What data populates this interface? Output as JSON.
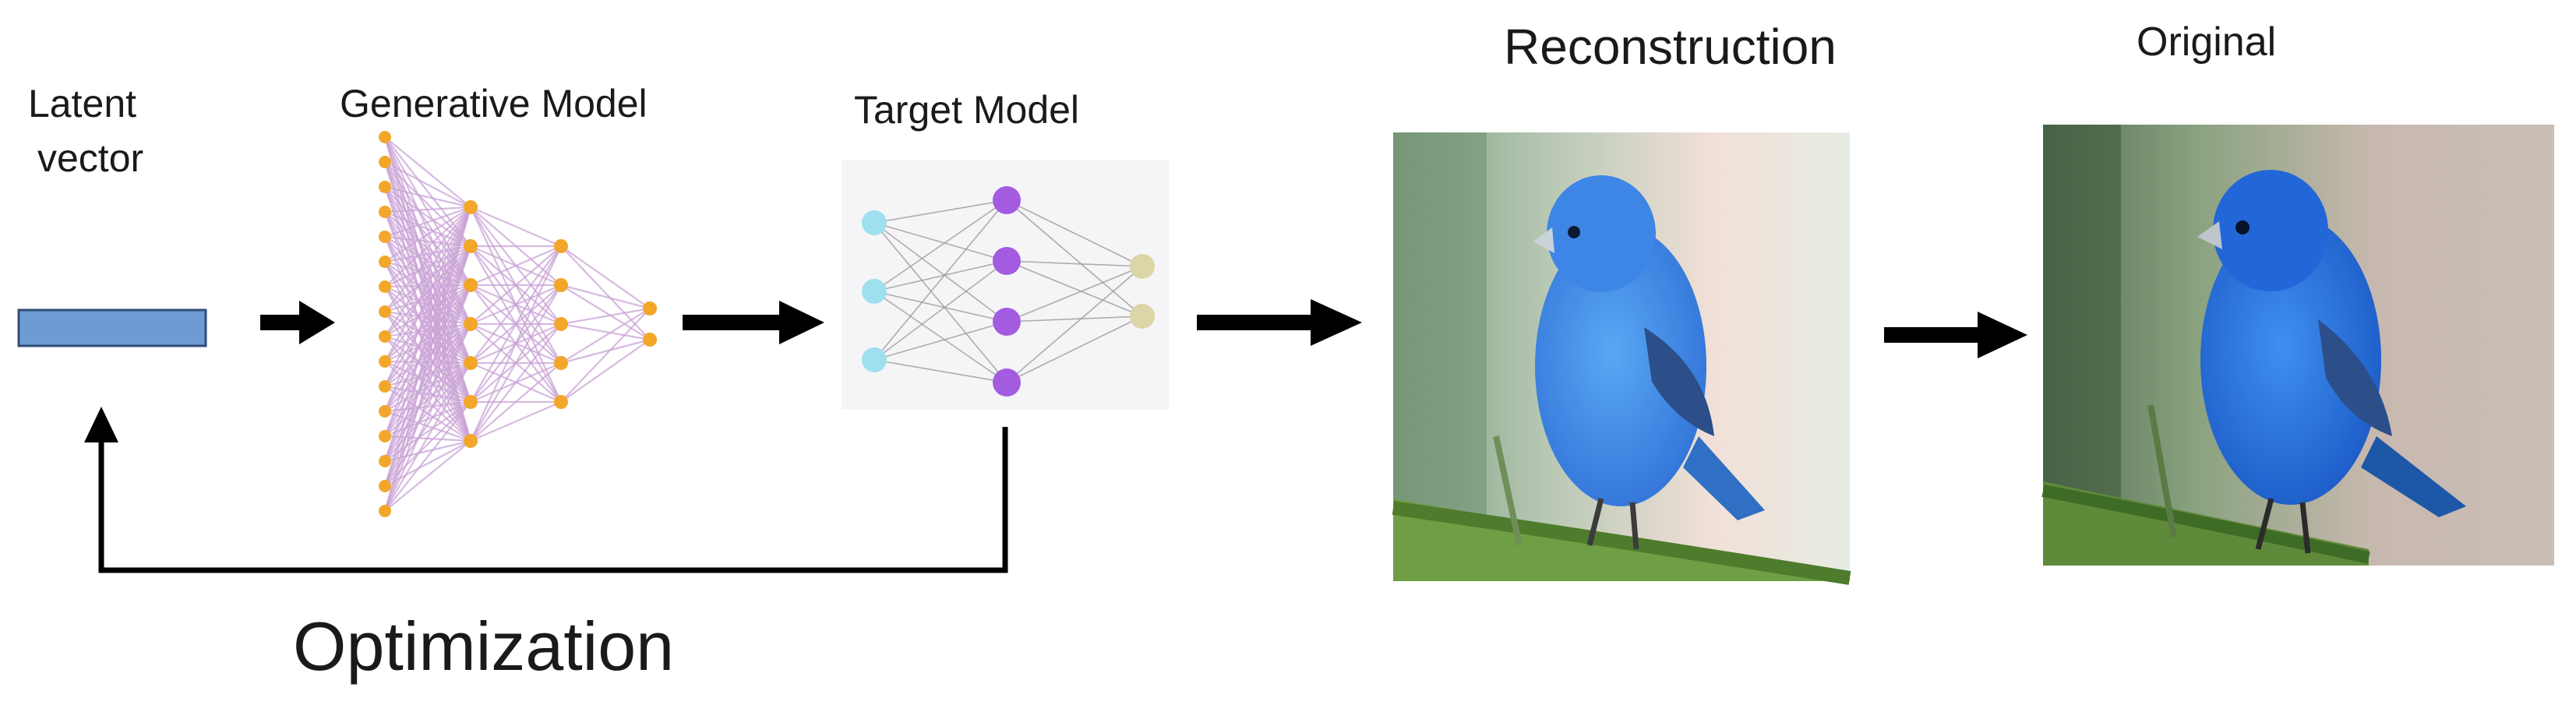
{
  "labels": {
    "latent_line1": "Latent",
    "latent_line2": "vector",
    "generative_model": "Generative Model",
    "target_model": "Target Model",
    "reconstruction": "Reconstruction",
    "original": "Original",
    "optimization": "Optimization"
  },
  "colors": {
    "latent_fill": "#6e9bd1",
    "latent_stroke": "#2f4e78",
    "gen_node": "#f2a72a",
    "gen_edge": "#c9a3d6",
    "target_input_node": "#9fe0ee",
    "target_hidden_node": "#a35be0",
    "target_output_node": "#dcd5a8",
    "target_edge": "#9a9a9a",
    "arrow": "#000000",
    "bird_body": "#2a70e0",
    "bird_wing": "#2c4f8a"
  },
  "generative_model_layers": [
    16,
    7,
    5,
    2
  ],
  "target_model_layers": [
    3,
    4,
    2
  ]
}
